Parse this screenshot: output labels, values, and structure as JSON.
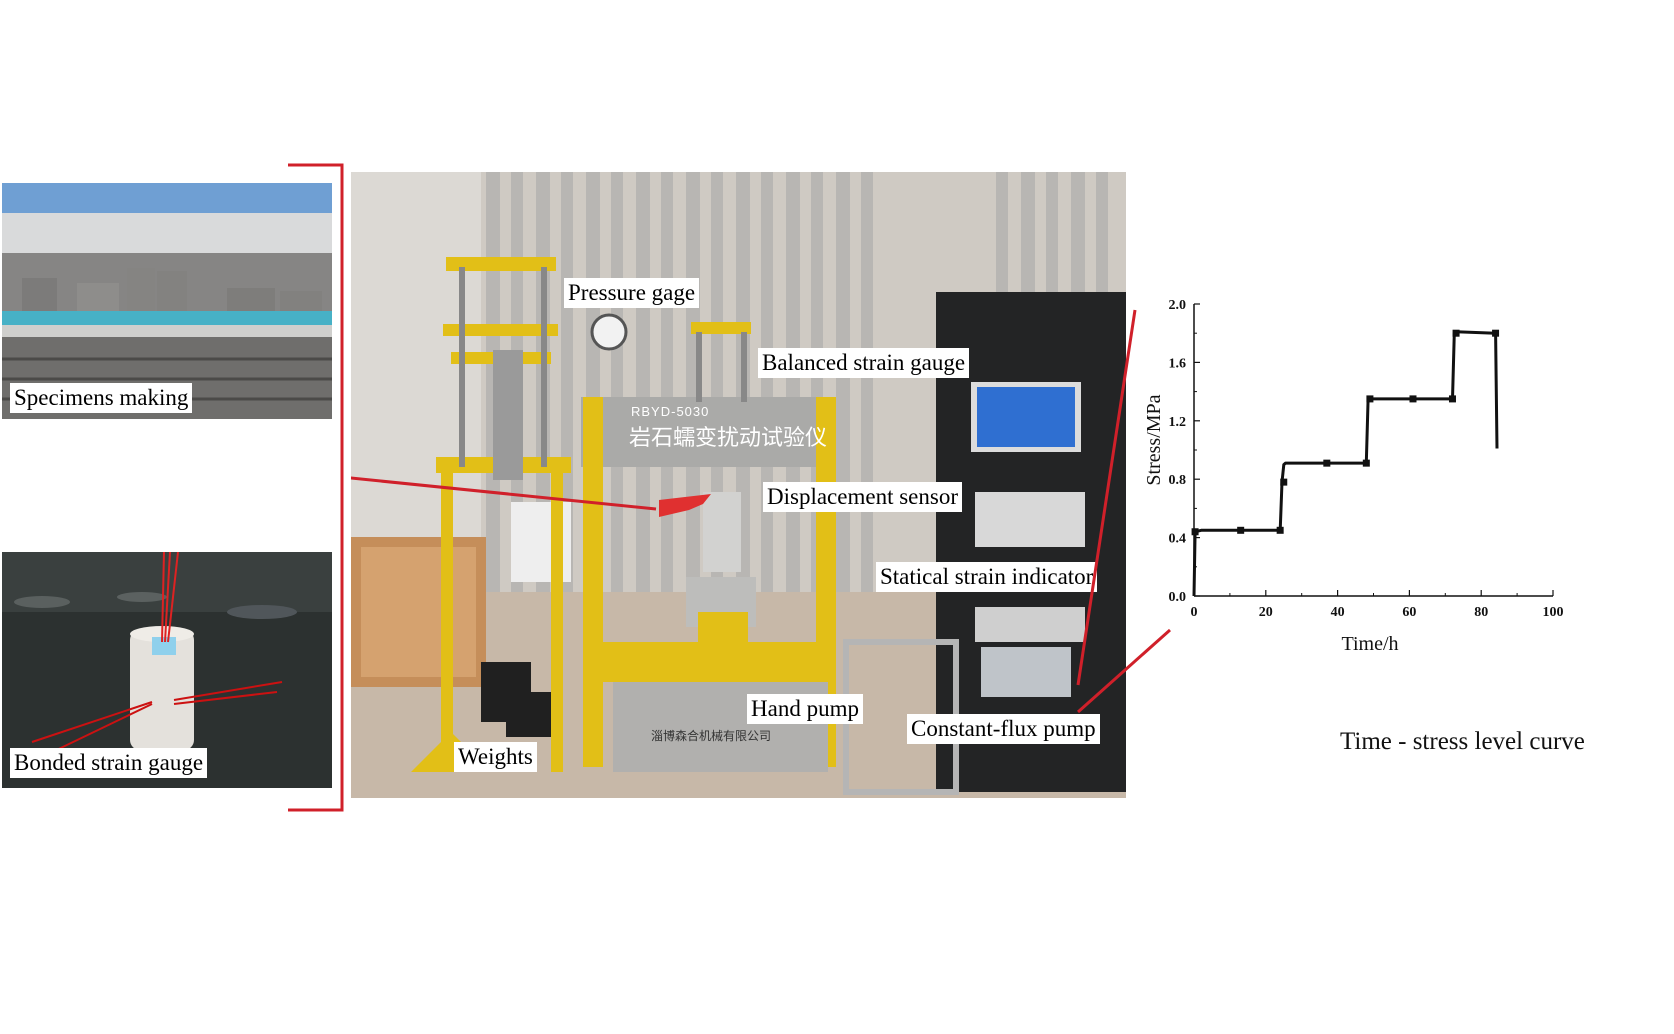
{
  "panels": {
    "specimens": {
      "label": "Specimens making"
    },
    "bonded": {
      "label": "Bonded strain gauge"
    },
    "apparatus": {
      "machine_model": "RBYD-5030",
      "machine_name": "岩石蠕变扰动试验仪",
      "manufacturer": "淄博森合机械有限公司",
      "labels": {
        "pressure_gage": "Pressure gage",
        "balanced_strain_gauge": "Balanced strain gauge",
        "displacement_sensor": "Displacement sensor",
        "statical_strain_indicator": "Statical strain indicator",
        "hand_pump": "Hand pump",
        "constant_flux_pump": "Constant-flux pump",
        "weights": "Weights"
      }
    }
  },
  "chart_caption": "Time - stress level curve",
  "chart_data": {
    "type": "line",
    "xlabel": "Time/h",
    "ylabel": "Stress/MPa",
    "xlim": [
      0,
      100
    ],
    "ylim": [
      0,
      2.0
    ],
    "xticks": [
      "0",
      "20",
      "40",
      "60",
      "80",
      "100"
    ],
    "yticks": [
      "0.0",
      "0.4",
      "0.8",
      "1.2",
      "1.6",
      "2.0"
    ],
    "grid": false,
    "series": [
      {
        "x": [
          0,
          0.3,
          2,
          13,
          24,
          24.5,
          25,
          25.5,
          37,
          48,
          48.5,
          49,
          61,
          72,
          72.5,
          73,
          84,
          84.2,
          84.4
        ],
        "y": [
          0,
          0.44,
          0.45,
          0.45,
          0.45,
          0.78,
          0.9,
          0.91,
          0.91,
          0.91,
          1.35,
          1.35,
          1.35,
          1.35,
          1.8,
          1.81,
          1.8,
          1.4,
          1.01
        ],
        "markers_x": [
          0.3,
          13,
          24,
          25,
          37,
          48,
          49,
          61,
          72,
          73,
          84
        ],
        "markers_y": [
          0.44,
          0.45,
          0.45,
          0.78,
          0.91,
          0.91,
          1.35,
          1.35,
          1.35,
          1.8,
          1.8
        ]
      }
    ]
  },
  "colors": {
    "bracket": "#d0202a",
    "machine_yellow": "#e2bf17",
    "curve": "#111111"
  }
}
